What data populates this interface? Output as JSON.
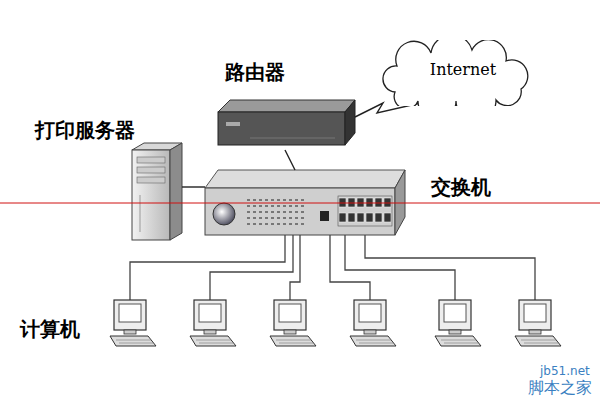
{
  "diagram": {
    "nodes": [
      {
        "text": [
          "路由器"
        ]
      },
      {
        "text": [
          "Internet"
        ]
      },
      {
        "text": [
          "打印服务器"
        ]
      },
      {
        "text": [
          "交换机"
        ]
      }
    ],
    "edges": [
      {
        "from": 0,
        "to": 1,
        "arrow": "none"
      },
      {
        "from": 2,
        "to": 3,
        "arrow": "none"
      },
      {
        "from": 0,
        "to": 3,
        "arrow": "none"
      }
    ],
    "labels": [
      "计算机",
      "jb51.net",
      "脚本之家"
    ]
  }
}
